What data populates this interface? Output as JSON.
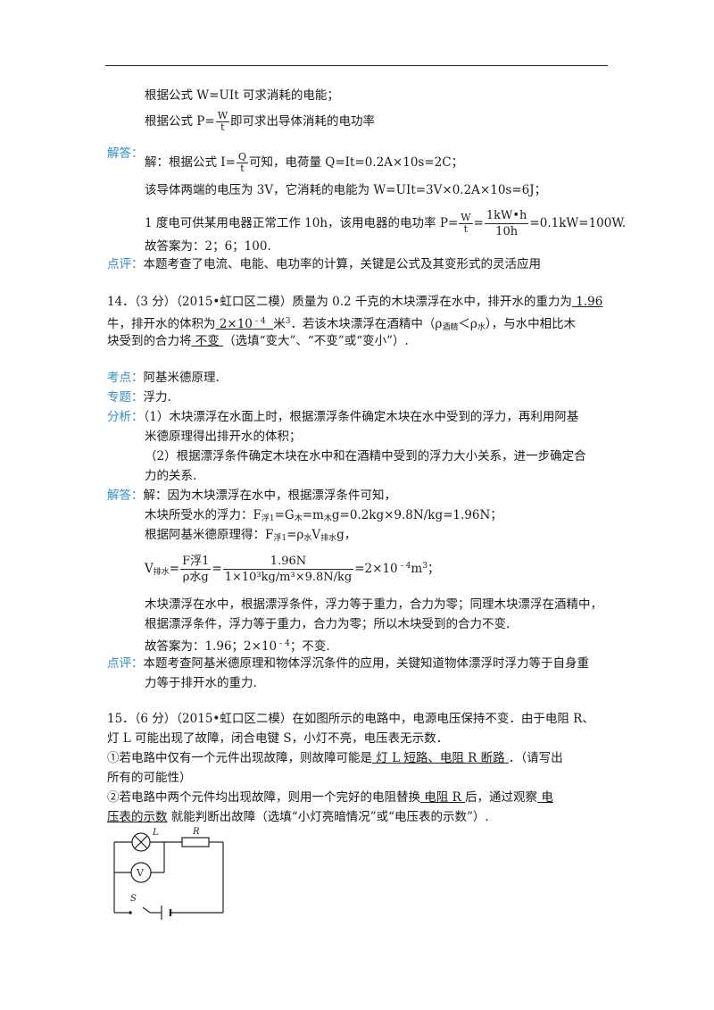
{
  "analysis13": {
    "line1": "根据公式 W=UIt 可求消耗的电能；",
    "line2_pre": "根据公式 P=",
    "line2_frac_num": "W",
    "line2_frac_den": "t",
    "line2_post": "即可求出导体消耗的电功率"
  },
  "answer13": {
    "tag": "解答：",
    "l1_pre": "解：根据公式 I=",
    "l1_frac_num": "Q",
    "l1_frac_den": "t",
    "l1_post": "可知，电荷量 Q=It=0.2A×10s=2C；",
    "l2": "该导体两端的电压为 3V，它消耗的电能为 W=UIt=3V×0.2A×10s=6J；",
    "l3_pre": "1 度电可供某用电器正常工作 10h，该用电器的电功率 P=",
    "l3_f1_num": "W",
    "l3_f1_den": "t",
    "l3_f2_num": "1kW•h",
    "l3_f2_den": "10h",
    "l3_post": "=0.1kW=100W.",
    "l4": "故答案为：2；6；100."
  },
  "comment13": {
    "tag": "点评：",
    "text": "本题考查了电流、电能、电功率的计算，关键是公式及其变形式的灵活应用"
  },
  "q14": {
    "l1_pre": "14．（3 分）（2015•虹口区二模）质量为 0.2 千克的木块漂浮在水中，排开水的重力为",
    "blank1": "  1.96",
    "l2_pre": "牛，排开水的体积为",
    "blank2_pre": "  2×10",
    "blank2_exp": "﹣4",
    "l2_mid": "米",
    "l2_exp": "3",
    "l2_post": "．若该木块漂浮在酒精中（ρ",
    "sub_alcohol": "酒精",
    "l2_lt": "＜ρ",
    "sub_water": "水",
    "l2_end": "），与水中相比木",
    "l3_pre": "块受到的合力将",
    "blank3": "  不变  ",
    "l3_post": "（选填“变大”、“不变”或“变小”）."
  },
  "point14": {
    "tag": "考点：",
    "text": "阿基米德原理."
  },
  "topic14": {
    "tag": "专题：",
    "text": "浮力."
  },
  "analysis14": {
    "tag": "分析：",
    "l1": "（1）木块漂浮在水面上时，根据漂浮条件确定木块在水中受到的浮力，再利用阿基",
    "l2": "米德原理得出排开水的体积；",
    "l3": "（2）根据漂浮条件确定木块在水中和在酒精中受到的浮力大小关系，进一步确定合",
    "l4": "力的关系."
  },
  "answer14": {
    "tag": "解答：",
    "l1": "解：因为木块漂浮在水中，根据漂浮条件可知，",
    "l2_pre": "木块所受水的浮力：F",
    "l2_sub1": "浮1",
    "l2_mid": "=G",
    "l2_sub2": "木",
    "l2_mid2": "=m",
    "l2_sub3": "木",
    "l2_post": "g=0.2kg×9.8N/kg=1.96N；",
    "l3_pre": "根据阿基米德原理得：F",
    "l3_sub1": "浮1",
    "l3_mid": "=ρ",
    "l3_sub2": "水",
    "l3_mid2": "V",
    "l3_sub3": "排水",
    "l3_post": "g，",
    "l4_pre": "V",
    "l4_sub": "排水",
    "l4_eq": "=",
    "l4_f1_num": "F浮1",
    "l4_f1_den": "ρ水g",
    "l4_f2_num": "1.96N",
    "l4_f2_den": "1×10³kg/m³×9.8N/kg",
    "l4_post_pre": "=2×10",
    "l4_post_exp": "﹣4",
    "l4_post_unit": "m",
    "l4_post_exp2": "3",
    "l4_post_end": "；",
    "l5": "木块漂浮在水中，根据漂浮条件，浮力等于重力，合力为零；同理木块漂浮在酒精中，",
    "l6": "根据漂浮条件，浮力等于重力，合力为零；所以木块受到的合力不变.",
    "l7_pre": "故答案为：1.96；2×10",
    "l7_exp": "﹣4",
    "l7_post": "；不变."
  },
  "comment14": {
    "tag": "点评：",
    "l1": "本题考查阿基米德原理和物体浮沉条件的应用，关键知道物体漂浮时浮力等于自身重",
    "l2": "力等于排开水的重力."
  },
  "q15": {
    "l1": "15．（6 分）（2015•虹口区二模）在如图所示的电路中，电源电压保持不变．由于电阻 R、",
    "l2": "灯 L 可能出现了故障，闭合电键 S，小灯不亮，电压表无示数．",
    "l3_pre": "①若电路中仅有一个元件出现故障，则故障可能是",
    "l3_blank": "  灯 L 短路、电阻 R 断路  ",
    "l3_post": "．（请写出",
    "l4": "所有的可能性）",
    "l5_pre": "②若电路中两个元件均出现故障，则用一个完好的电阻替换",
    "l5_blank": "  电阻 R  ",
    "l5_mid": "后，通过观察",
    "l5_blank2": "  电",
    "l6_blank": "压表的示数",
    "l6_post": "  就能判断出故障（选填“小灯亮暗情况”或“电压表的示数”）."
  },
  "circuit": {
    "lamp_label": "L",
    "resistor_label": "R",
    "meter_label": "V",
    "switch_label": "S"
  }
}
